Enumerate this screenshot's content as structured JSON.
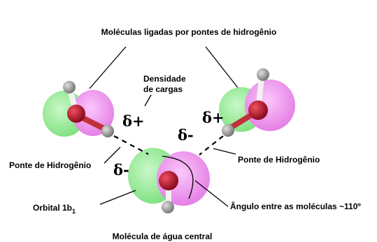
{
  "labels": {
    "title": "Moléculas ligadas por pontes de hidrogênio",
    "charge_density_line1": "Densidade",
    "charge_density_line2": "de cargas",
    "bridge_left": "Ponte de Hidrogênio",
    "bridge_right": "Ponte de Hidrogênio",
    "orbital_main": "Orbital 1b",
    "orbital_sub": "1",
    "angle": "Ângulo entre as moléculas  ~110º",
    "central": "Molécula de água central"
  },
  "symbols": {
    "delta_plus_left": "δ+",
    "delta_plus_right": "δ+",
    "delta_minus_top": "δ-",
    "delta_minus_left": "δ-"
  },
  "colors": {
    "lobe_green": "#8fe88f",
    "lobe_magenta": "#ee88ee",
    "oxygen": "#b3102a",
    "hydrogen": "#9a9a9a",
    "bond_white": "#f2f2f2"
  },
  "icons": {
    "molecule": "water-molecule-icon",
    "orbital": "orbital-lobe-icon"
  }
}
